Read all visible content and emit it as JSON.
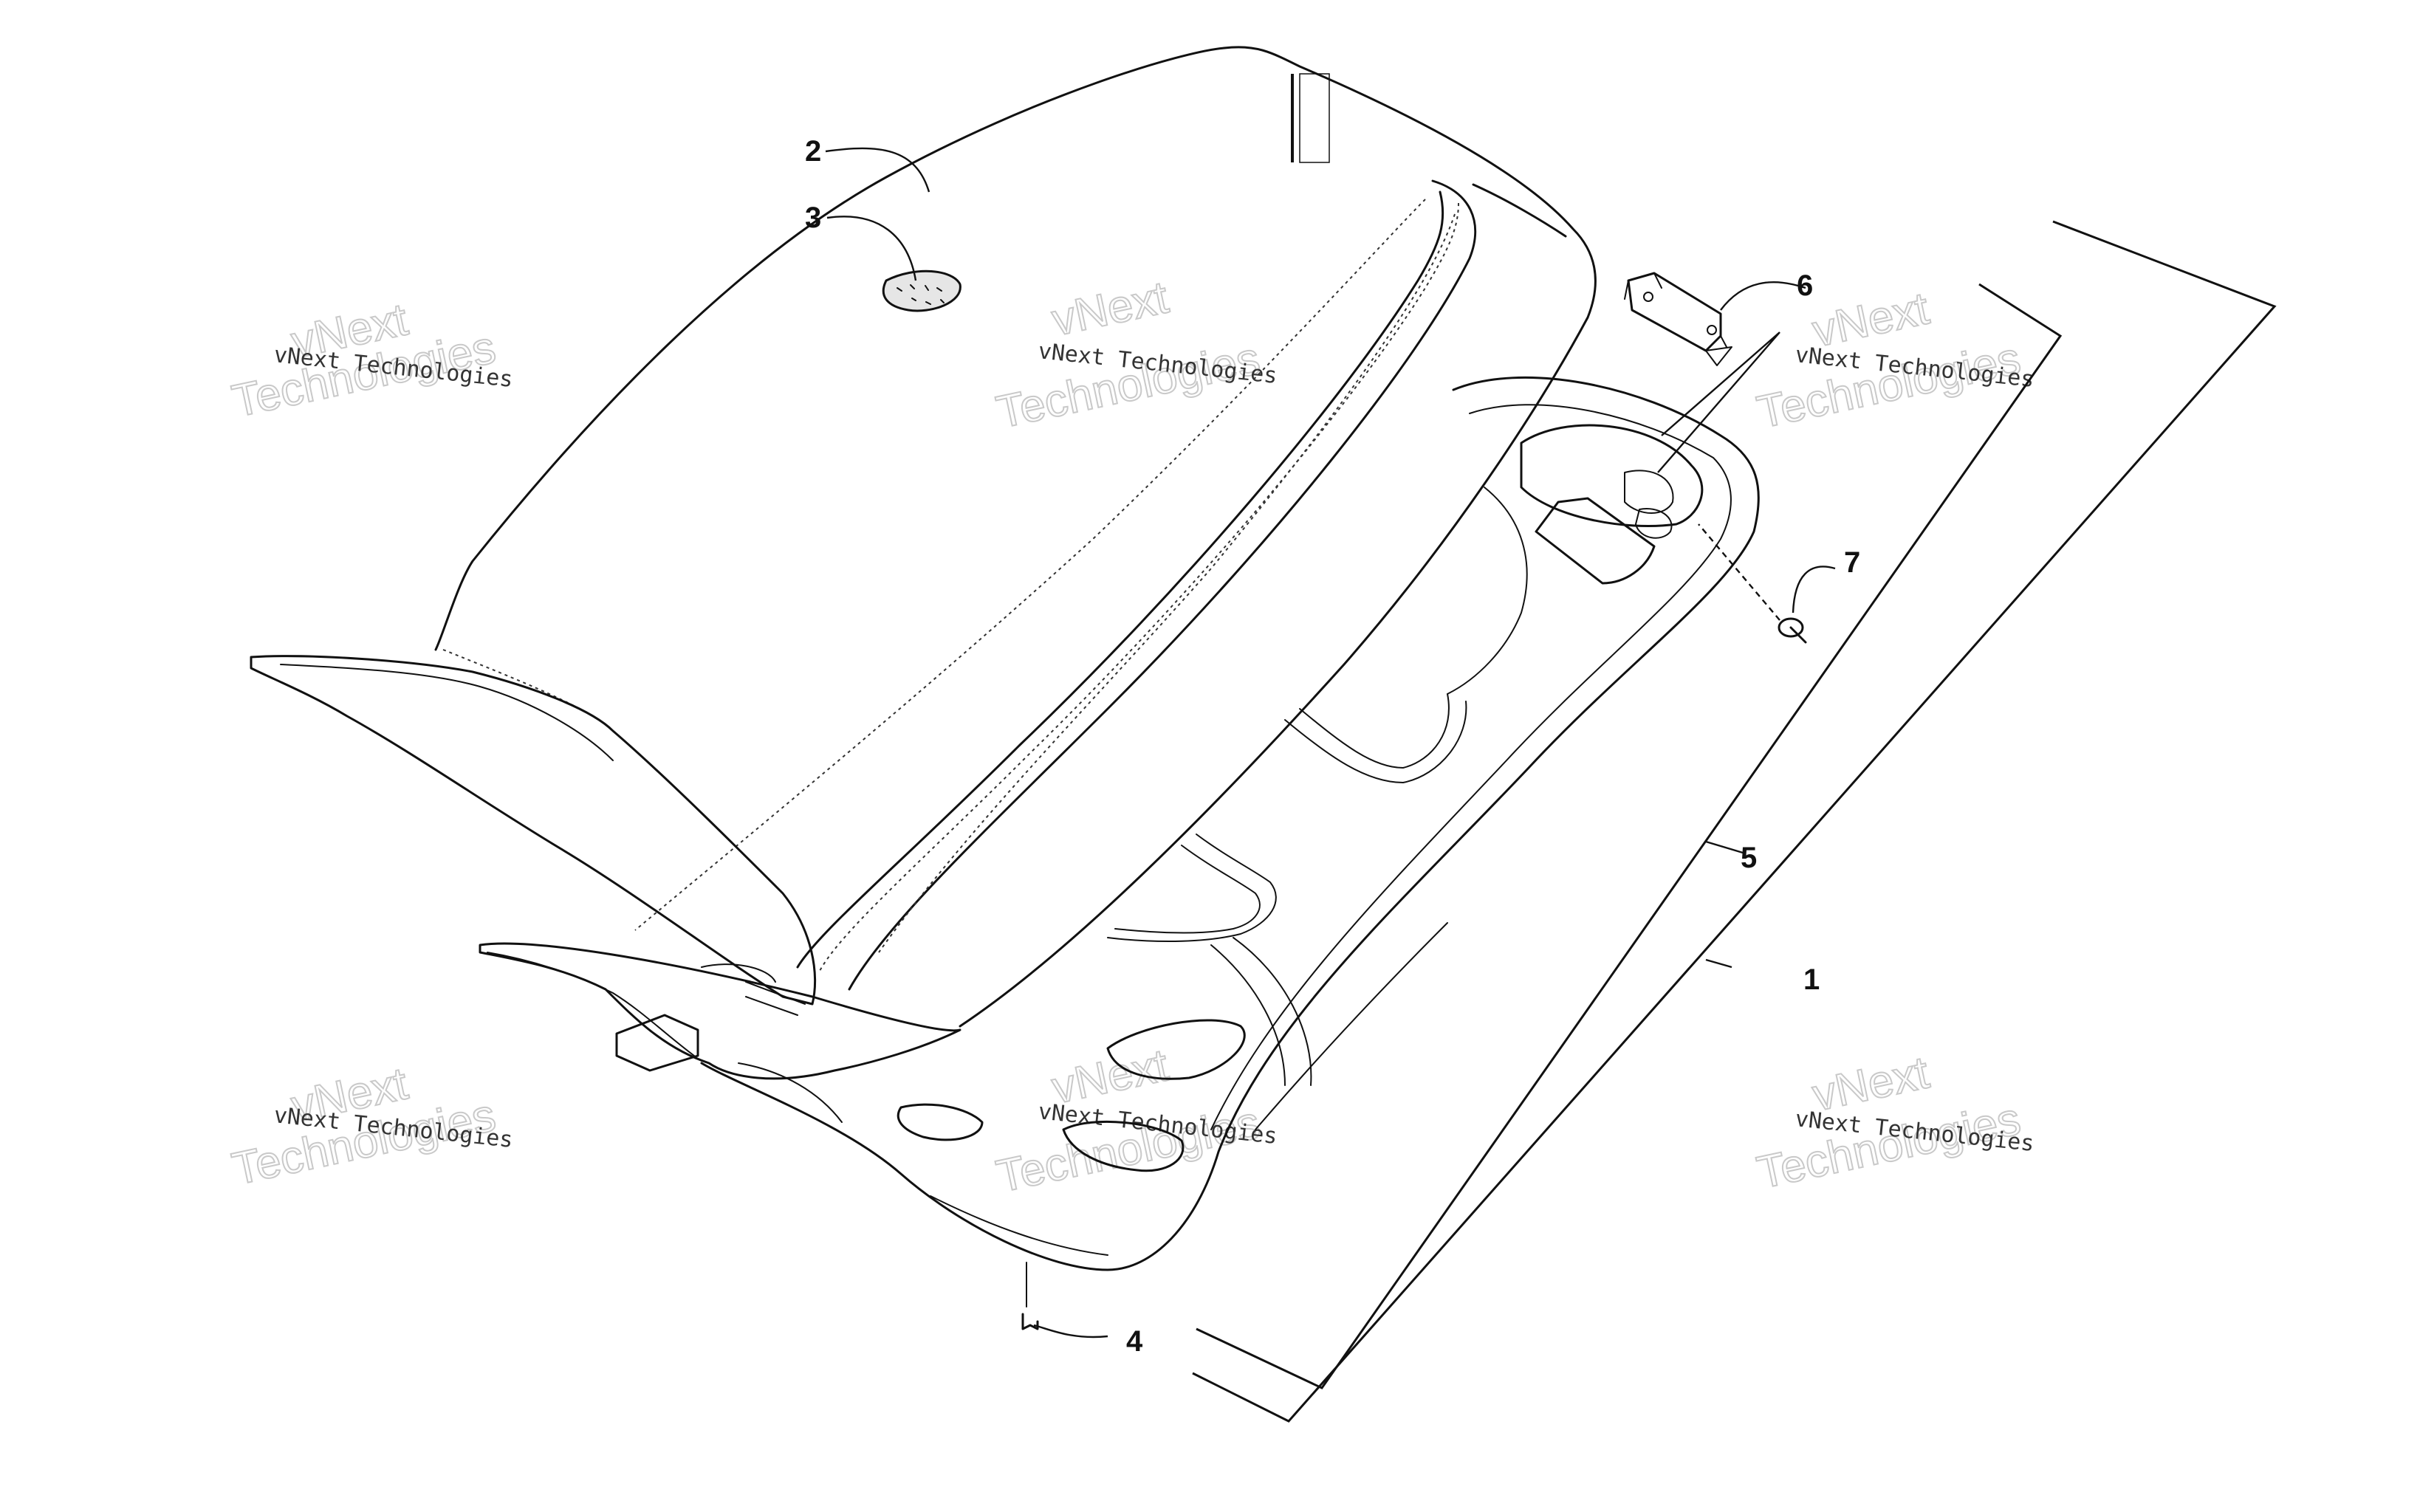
{
  "diagram": {
    "callouts": [
      {
        "id": "1",
        "label": "1"
      },
      {
        "id": "2",
        "label": "2"
      },
      {
        "id": "3",
        "label": "3"
      },
      {
        "id": "4",
        "label": "4"
      },
      {
        "id": "5",
        "label": "5"
      },
      {
        "id": "6",
        "label": "6"
      },
      {
        "id": "7",
        "label": "7"
      }
    ],
    "watermark": {
      "line1": "vNext Technologies",
      "line2": "vNext",
      "line3": "Technologies"
    }
  }
}
